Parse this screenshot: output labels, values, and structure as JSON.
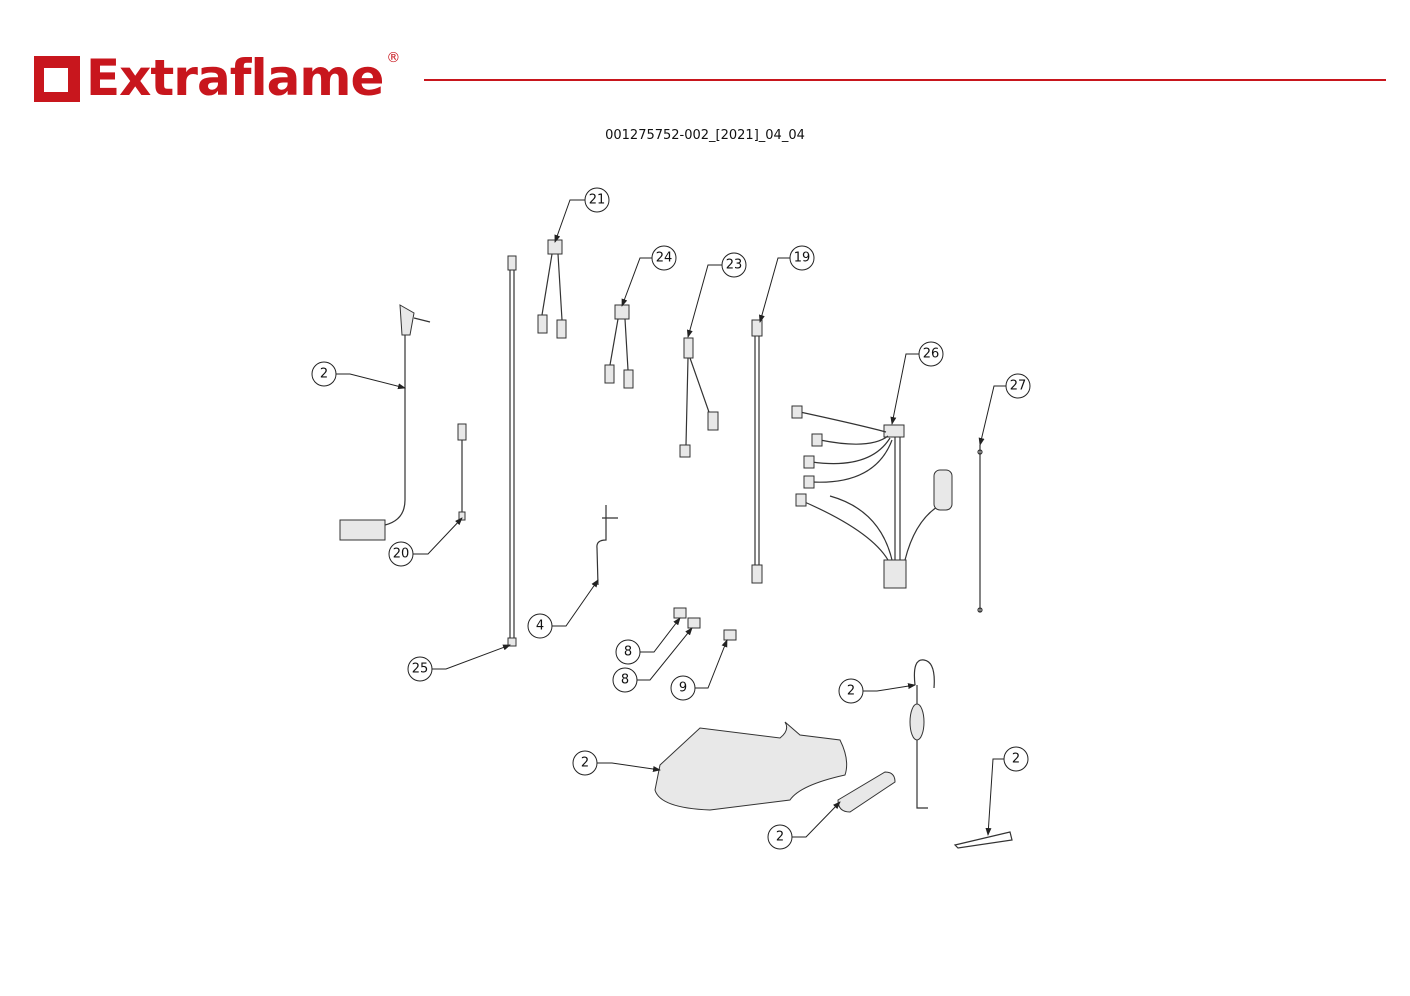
{
  "header": {
    "brand": "Extraflame",
    "registered_mark": "®",
    "brand_color": "#c8161d",
    "document_id": "001275752-002_[2021]_04_04"
  },
  "callouts": [
    "21",
    "24",
    "23",
    "19",
    "26",
    "27",
    "2",
    "20",
    "4",
    "25",
    "8",
    "8",
    "9",
    "2",
    "2",
    "2",
    "2"
  ]
}
